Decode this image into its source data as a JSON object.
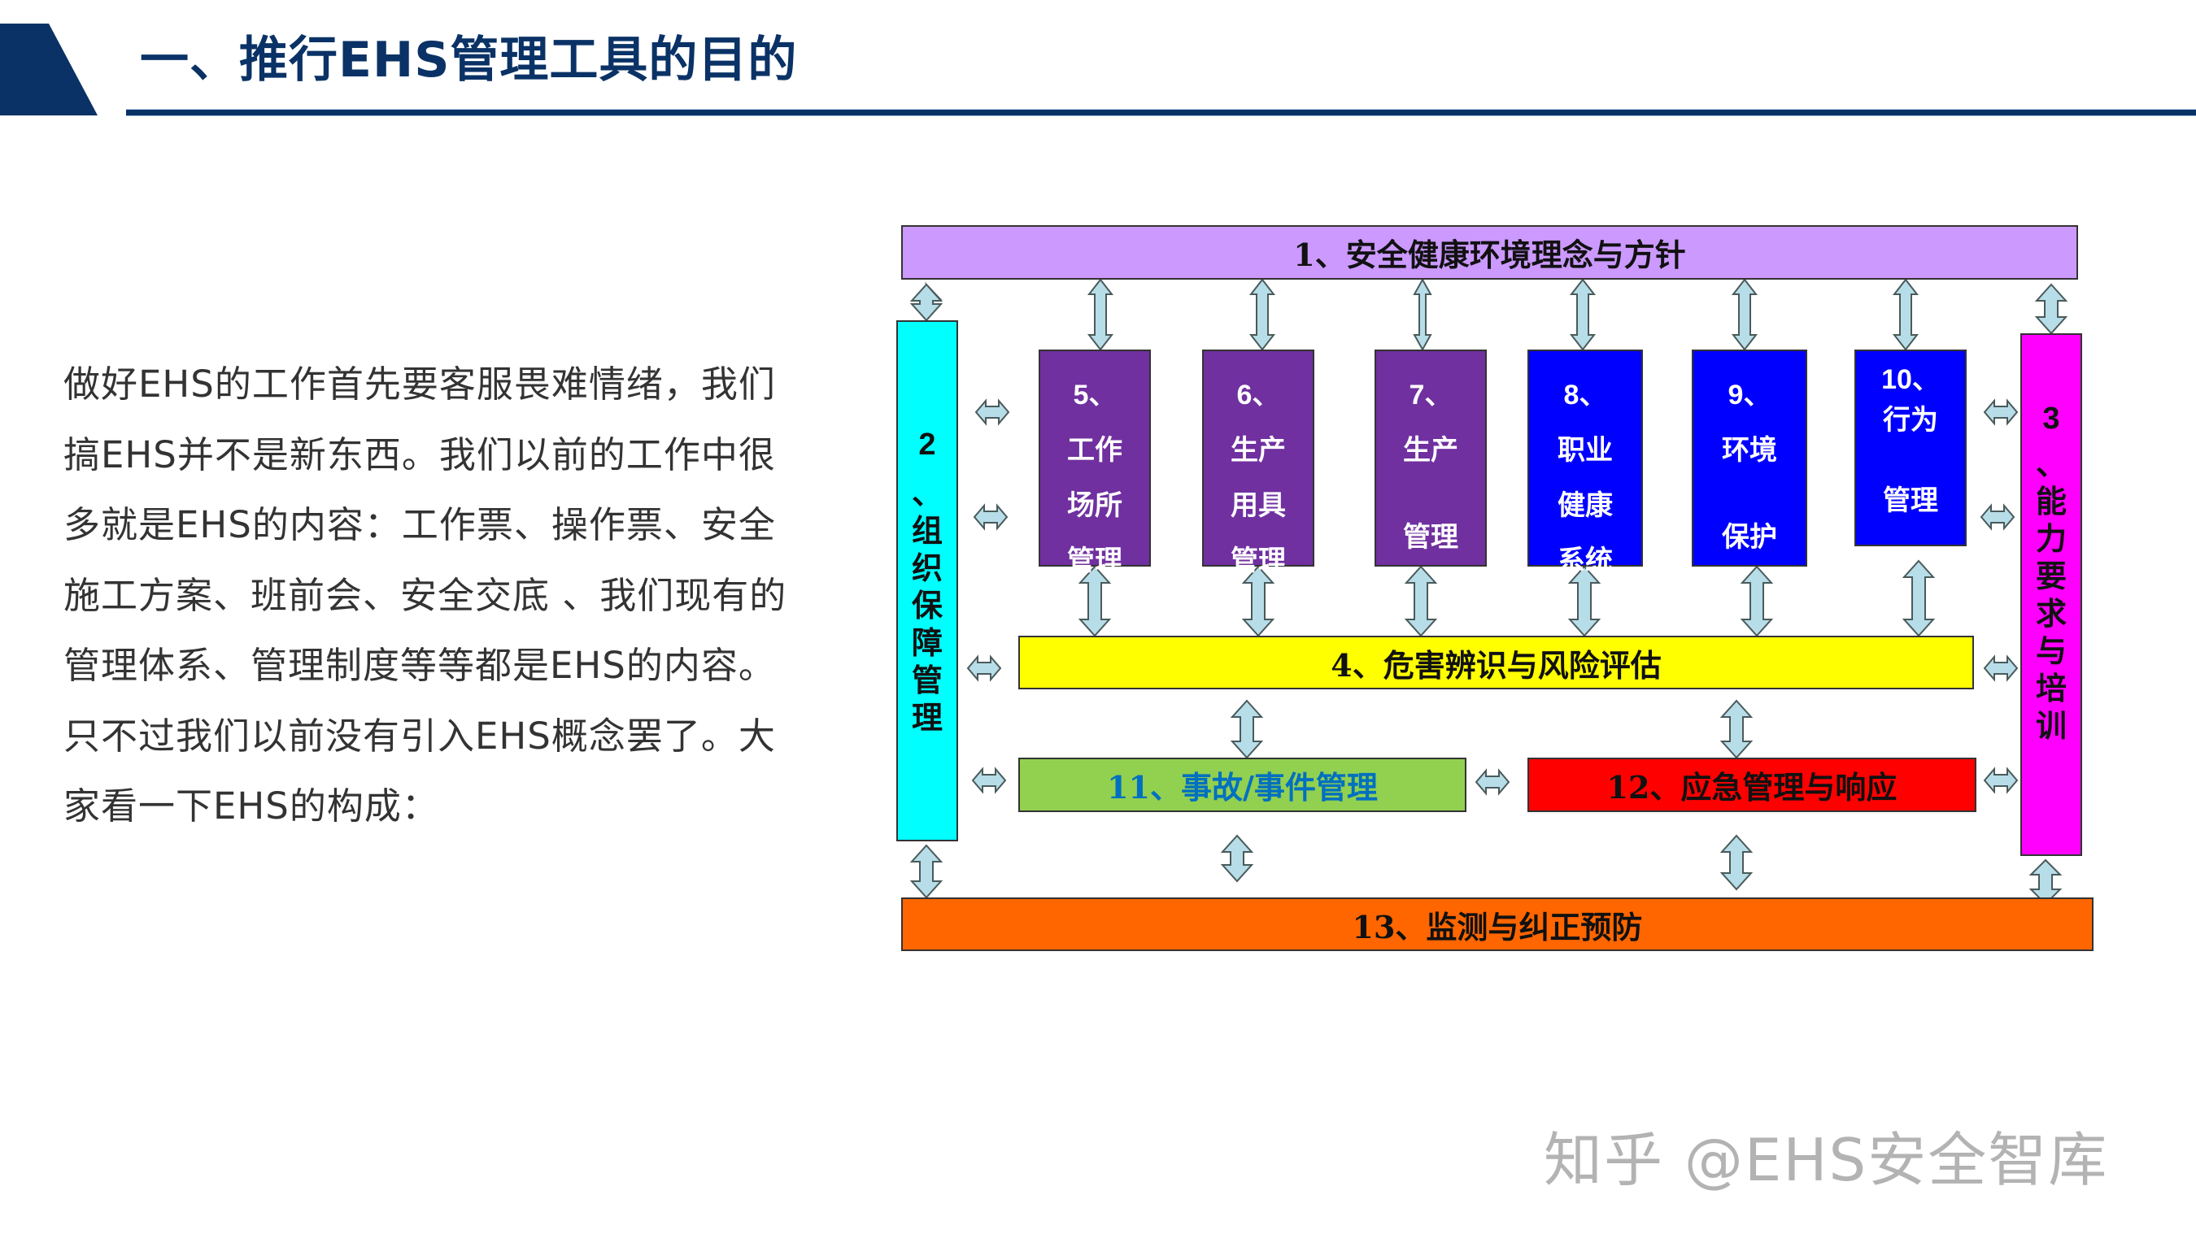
{
  "header": {
    "title": "一、推行EHS管理工具的目的"
  },
  "body": {
    "lines": [
      "做好EHS的工作首先要客服畏难情绪，我们",
      "搞EHS并不是新东西。我们以前的工作中很",
      "多就是EHS的内容：工作票、操作票、安全",
      "施工方案、班前会、安全交底 、我们现有的",
      "管理体系、管理制度等等都是EHS的内容。",
      "只不过我们以前没有引入EHS概念罢了。大",
      "家看一下EHS的构成："
    ]
  },
  "diagram": {
    "colors": {
      "policy": "#cc99ff",
      "organization": "#00ffff",
      "competence": "#ff00ff",
      "hazard": "#ffff00",
      "purple_box": "#7030a0",
      "blue_box": "#0000ff",
      "incident": "#92d050",
      "incident_text": "#0070c0",
      "emergency": "#ff0000",
      "monitoring": "#ff6600",
      "arrow_fill": "#b7dde8",
      "arrow_stroke": "#4a5a5a"
    },
    "policy": "1、安全健康环境理念与方针",
    "organization": {
      "num": "2",
      "chars": [
        "、",
        "组",
        "织",
        "保",
        "障",
        "管",
        "理"
      ]
    },
    "competence": {
      "num": "3",
      "chars": [
        "、",
        "能",
        "力",
        "要",
        "求",
        "与",
        "培",
        "训"
      ]
    },
    "hazard": "4、危害辨识与风险评估",
    "elements": [
      {
        "num": "5、",
        "lines": [
          "工作",
          "场所",
          "管理"
        ]
      },
      {
        "num": "6、",
        "lines": [
          "生产",
          "用具",
          "管理"
        ]
      },
      {
        "num": "7、",
        "lines": [
          "生产",
          "",
          "管理"
        ]
      },
      {
        "num": "8、",
        "lines": [
          "职业",
          "健康",
          "系统"
        ]
      },
      {
        "num": "9、",
        "lines": [
          "环境",
          "",
          "保护"
        ]
      },
      {
        "num": "10、",
        "lines": [
          "行为",
          "",
          "管理"
        ]
      }
    ],
    "incident": "11、事故/事件管理",
    "emergency": "12、应急管理与响应",
    "monitoring": "13、监测与纠正预防"
  },
  "watermark": "知乎 @EHS安全智库"
}
